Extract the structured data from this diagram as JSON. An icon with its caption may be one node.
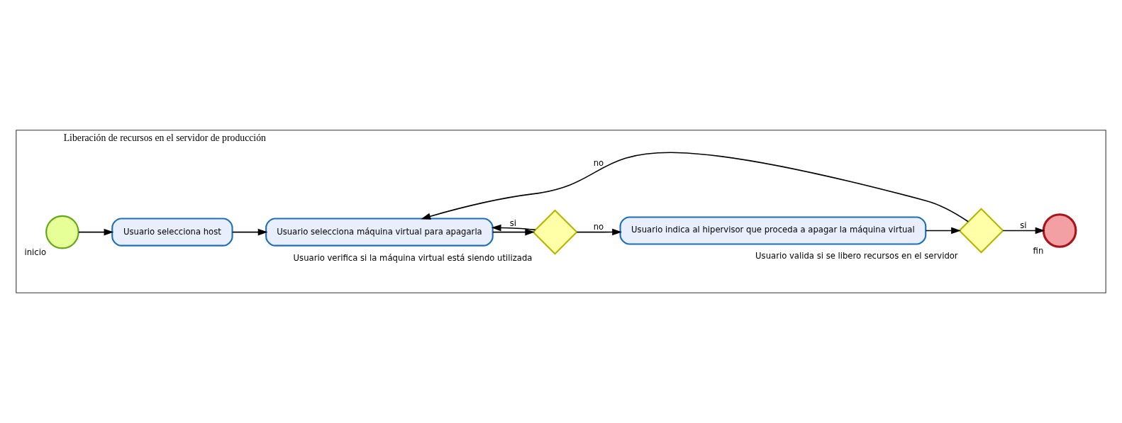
{
  "diagram": {
    "nodes": [
      {
        "text": [
          "Liberación de recursos en el servidor de producción"
        ]
      },
      {
        "text": [],
        "shape": "circle",
        "beside": [
          "inicio"
        ],
        "in": 0
      },
      {
        "text": [
          "Usuario selecciona host"
        ],
        "in": 0
      },
      {
        "text": [
          "Usuario selecciona máquina virtual para apagarla"
        ],
        "in": 0
      },
      {
        "text": [],
        "shape": "diamond",
        "beside": [
          "Usuario verifica si la máquina virtual está siendo utilizada"
        ],
        "in": 0
      },
      {
        "text": [
          "Usuario indica al hipervisor que proceda a apagar la máquina virtual"
        ],
        "in": 0
      },
      {
        "text": [],
        "shape": "diamond",
        "beside": [
          "Usuario valida si se libero recursos en el servidor"
        ],
        "in": 0
      },
      {
        "text": [],
        "shape": "circle",
        "beside": [
          "fin"
        ],
        "in": 0
      }
    ],
    "edges": [
      {
        "from": 1,
        "to": 2,
        "arrow": "to"
      },
      {
        "from": 2,
        "to": 3,
        "arrow": "to"
      },
      {
        "from": 3,
        "to": 4,
        "arrow": "to"
      },
      {
        "from": 4,
        "to": 3,
        "arrow": "to",
        "label": "si"
      },
      {
        "from": 4,
        "to": 5,
        "arrow": "to",
        "label": "no"
      },
      {
        "from": 5,
        "to": 6,
        "arrow": "to"
      },
      {
        "from": 6,
        "to": 7,
        "arrow": "to",
        "label": "si"
      },
      {
        "from": 6,
        "to": 3,
        "arrow": "to",
        "label": "no"
      }
    ]
  }
}
